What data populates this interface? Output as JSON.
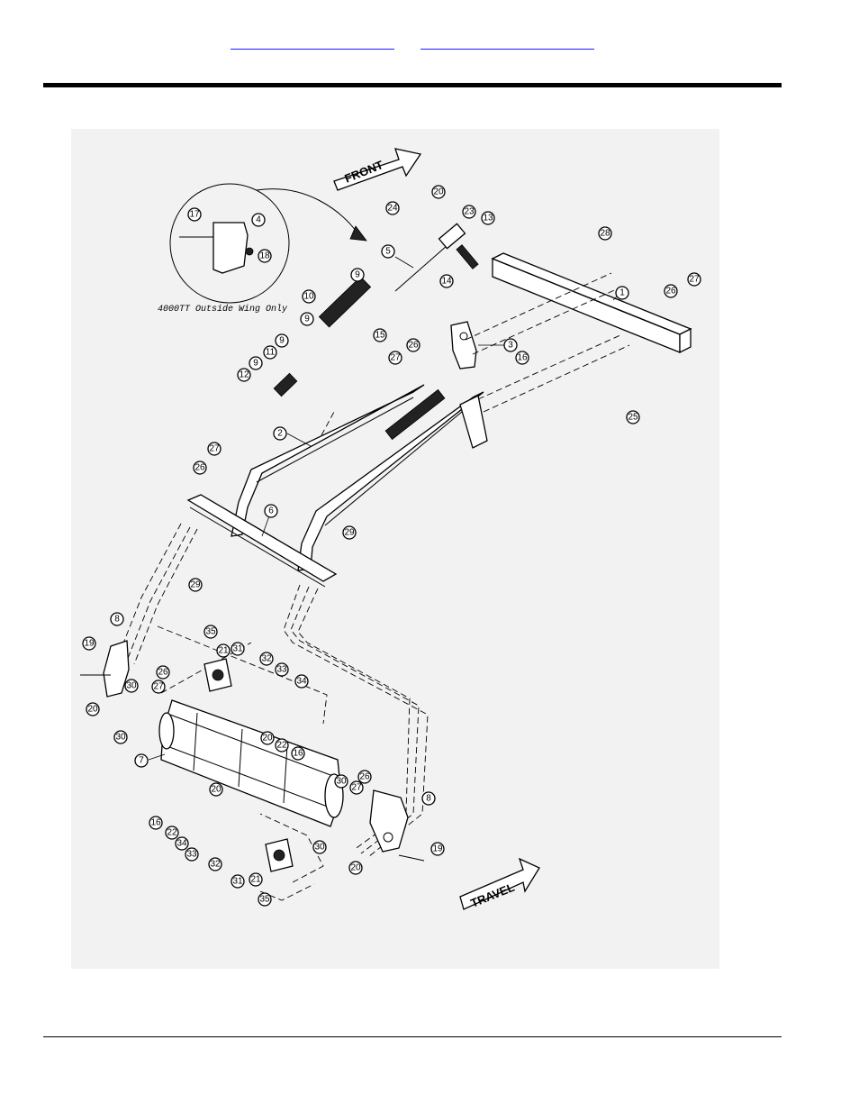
{
  "header": {
    "link_left": "",
    "link_right": ""
  },
  "figure": {
    "front_label": "FRONT",
    "travel_label": "TRAVEL",
    "inset_note": "4000TT Outside Wing Only",
    "callouts": [
      "1",
      "2",
      "3",
      "4",
      "5",
      "6",
      "7",
      "8",
      "9",
      "10",
      "11",
      "12",
      "13",
      "14",
      "15",
      "16",
      "17",
      "18",
      "19",
      "20",
      "21",
      "22",
      "23",
      "24",
      "25",
      "26",
      "27",
      "28",
      "29",
      "30",
      "31",
      "32",
      "33",
      "34",
      "35"
    ]
  },
  "colors": {
    "link": "#1a1aff",
    "figure_bg": "#f2f2f2"
  }
}
